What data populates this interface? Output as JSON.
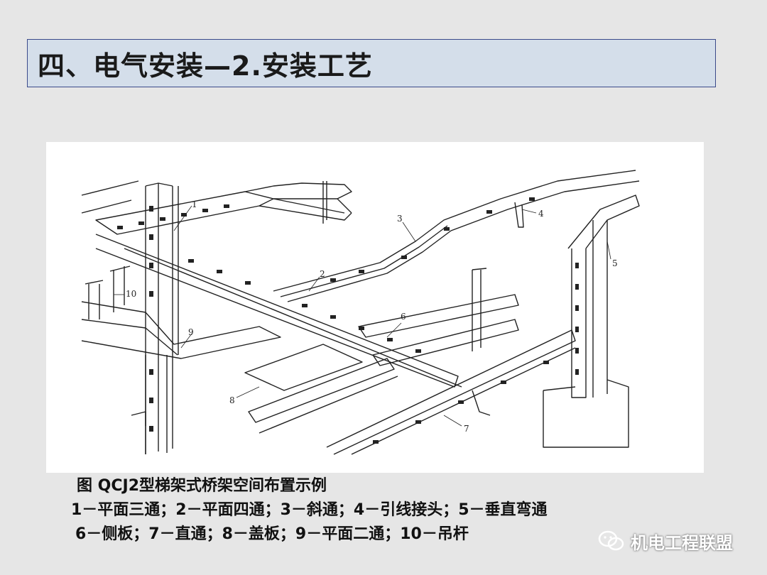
{
  "slide": {
    "title": "四、电气安装—2.安装工艺",
    "figure": {
      "labels": [
        "1",
        "2",
        "3",
        "4",
        "5",
        "6",
        "7",
        "8",
        "9",
        "10"
      ]
    },
    "caption": {
      "heading": "图 QCJ2型梯架式桥架空间布置示例",
      "line2": "1－平面三通；2－平面四通；3－斜通；4－引线接头；5－垂直弯通",
      "line3": "6－侧板；7－直通；8－盖板；9－平面二通；10－吊杆"
    }
  },
  "watermark": {
    "text": "机电工程联盟",
    "icon": "wechat-icon"
  }
}
